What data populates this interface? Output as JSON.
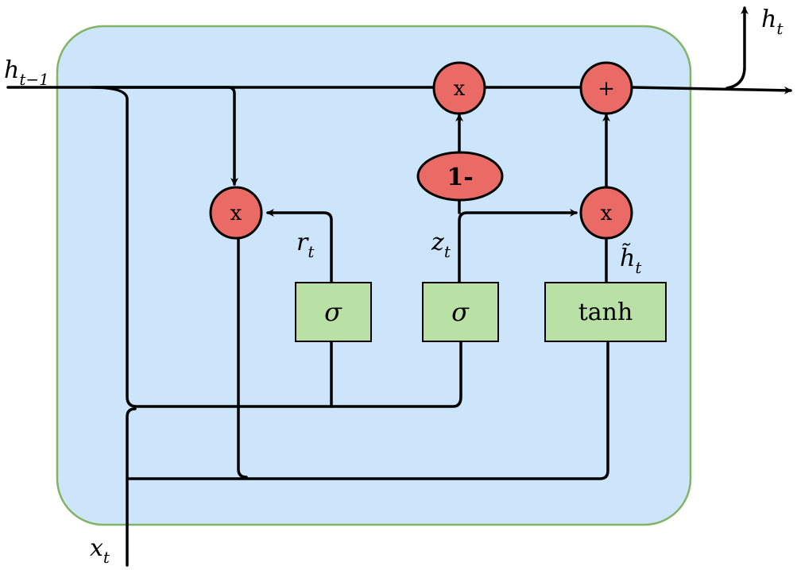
{
  "labels": {
    "h_prev": {
      "base": "h",
      "sub": "t−1"
    },
    "h_out": {
      "base": "h",
      "sub": "t"
    },
    "x_in": {
      "base": "x",
      "sub": "t"
    },
    "r": {
      "base": "r",
      "sub": "t"
    },
    "z": {
      "base": "z",
      "sub": "t"
    },
    "h_tilde": {
      "base": "h̃",
      "sub": "t"
    }
  },
  "nodes": {
    "multiply_symbol": "x",
    "add_symbol": "+",
    "one_minus": "1-"
  },
  "gates": {
    "reset": "σ",
    "update": "σ",
    "candidate": "tanh"
  },
  "colors": {
    "cell_fill": "#cce5fb",
    "cell_border": "#82b366",
    "operation_fill": "#ea6b66",
    "gate_fill": "#b9e0a5"
  }
}
